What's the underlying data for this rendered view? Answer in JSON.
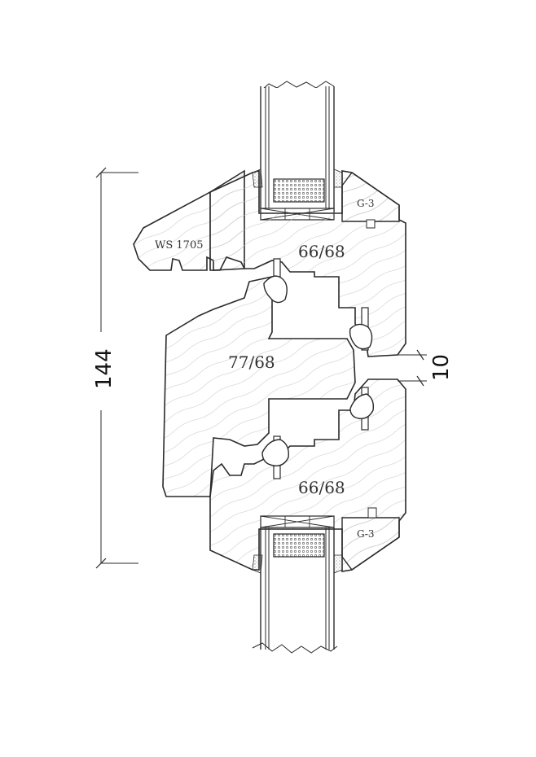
{
  "profiles": {
    "upper_sash": "66/68",
    "middle_frame": "77/68",
    "lower_sash": "66/68"
  },
  "weatherboard": "WS 1705",
  "glazing_beads": {
    "upper": "G-3",
    "lower": "G-3"
  },
  "dimensions": {
    "overall": "144",
    "gap": "10"
  },
  "colors": {
    "line": "#2a2a2a",
    "grain": "#b5b5b5",
    "fill": "#ffffff"
  }
}
